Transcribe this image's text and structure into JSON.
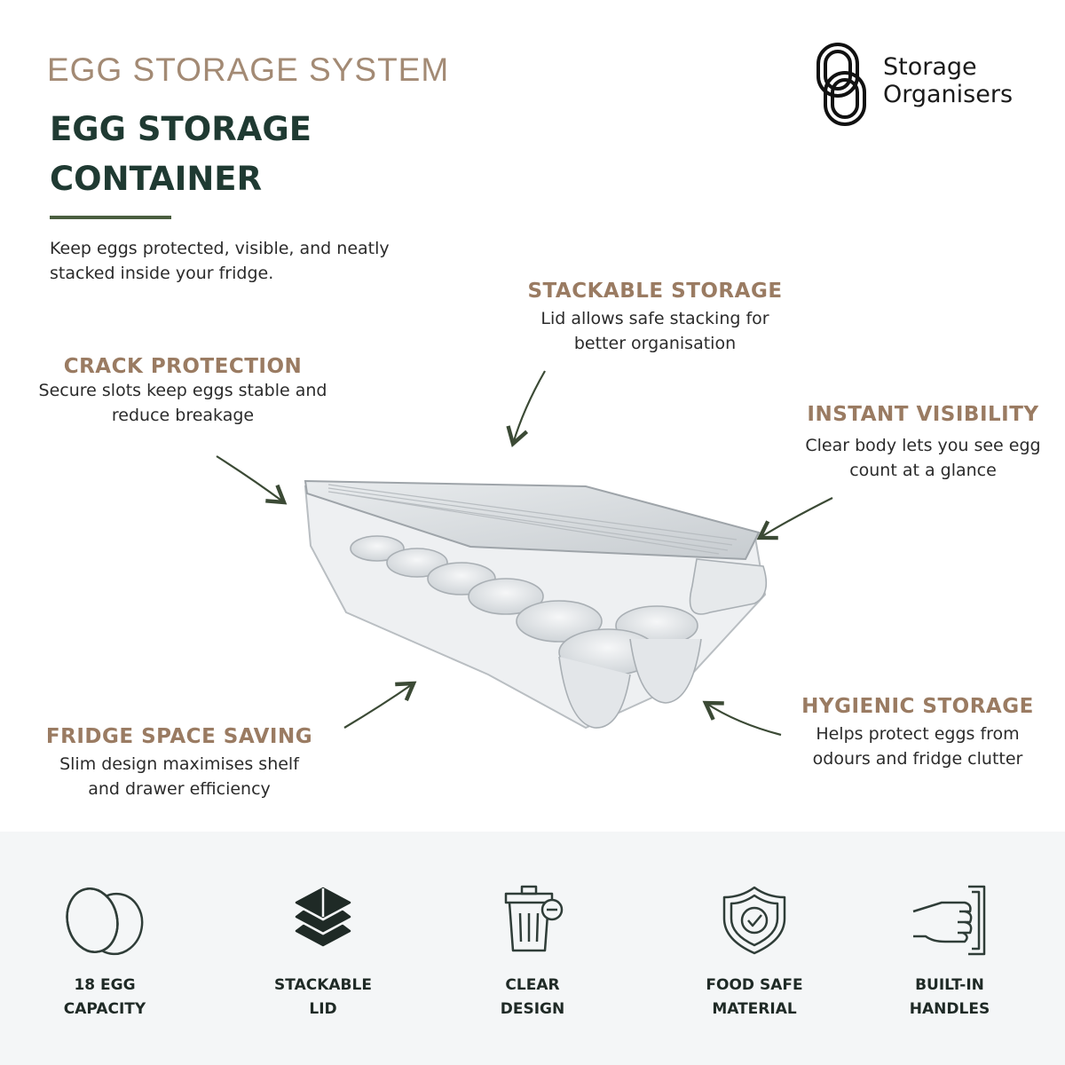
{
  "header": {
    "eyebrow": "EGG STORAGE SYSTEM",
    "title_line1": "EGG STORAGE",
    "title_line2": "CONTAINER",
    "subtitle_line1": "Keep eggs protected, visible, and neatly",
    "subtitle_line2": "stacked inside your fridge."
  },
  "brand": {
    "line1": "Storage",
    "line2": "Organisers",
    "logo_icon": "interlocking-s-logo"
  },
  "callouts": {
    "stackable": {
      "title": "STACKABLE STORAGE",
      "desc1": "Lid allows safe stacking for",
      "desc2": "better organisation"
    },
    "crack": {
      "title": "CRACK PROTECTION",
      "desc1": "Secure slots keep eggs stable and",
      "desc2": "reduce breakage"
    },
    "visibility": {
      "title": "INSTANT VISIBILITY",
      "desc1": "Clear body lets you see egg",
      "desc2": "count at a glance"
    },
    "hygienic": {
      "title": "HYGIENIC STORAGE",
      "desc1": "Helps protect eggs from",
      "desc2": "odours and fridge clutter"
    },
    "fridge": {
      "title": "FRIDGE SPACE SAVING",
      "desc1": "Slim design maximises shelf",
      "desc2": "and drawer efficiency"
    }
  },
  "features": [
    {
      "icon": "eggs-icon",
      "line1": "18 EGG",
      "line2": "CAPACITY"
    },
    {
      "icon": "stack-layers-icon",
      "line1": "STACKABLE",
      "line2": "LID"
    },
    {
      "icon": "bin-minus-icon",
      "line1": "CLEAR",
      "line2": "DESIGN"
    },
    {
      "icon": "shield-check-icon",
      "line1": "FOOD SAFE",
      "line2": "MATERIAL"
    },
    {
      "icon": "hand-handle-icon",
      "line1": "BUILT-IN",
      "line2": "HANDLES"
    }
  ],
  "colors": {
    "accent_brown": "#9a7b62",
    "heading_green": "#1f3a32",
    "rule_green": "#4a5e3f",
    "footer_bg": "#f4f6f7"
  }
}
